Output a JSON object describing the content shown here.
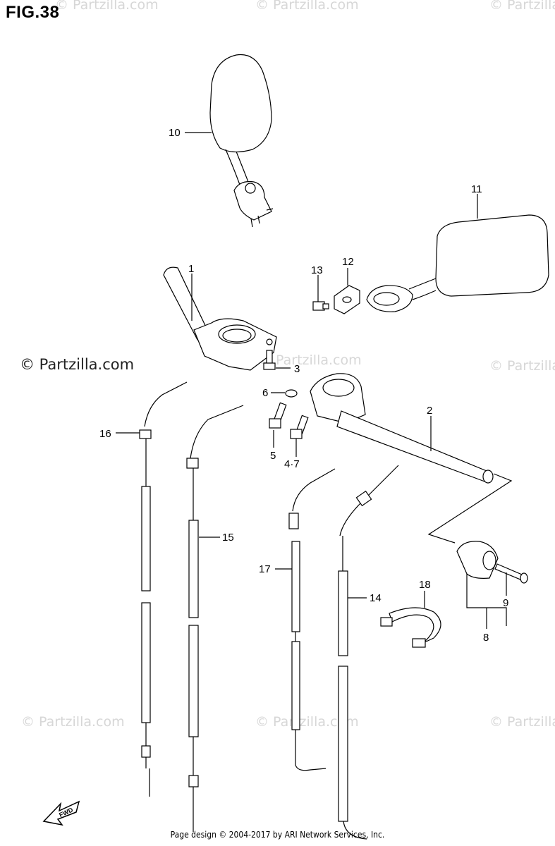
{
  "figure": {
    "title": "FIG.38"
  },
  "watermarks": [
    "© Partzilla.com",
    "© Partzilla.com",
    "© Partzilla",
    "© Partzilla.com",
    "© Partzilla",
    "© Partzilla.com",
    "© Partzilla.com",
    "© Partzilla"
  ],
  "brand": "© Partzilla.com",
  "footer": "Page design © 2004-2017 by ARI Network Services, Inc.",
  "callouts": {
    "c1": "1",
    "c2": "2",
    "c3": "3",
    "c4_7": "4·7",
    "c5": "5",
    "c6": "6",
    "c8": "8",
    "c9": "9",
    "c10": "10",
    "c11": "11",
    "c12": "12",
    "c13": "13",
    "c14": "14",
    "c15": "15",
    "c16": "16",
    "c17": "17",
    "c18": "18"
  },
  "fwd_badge": "FWD"
}
